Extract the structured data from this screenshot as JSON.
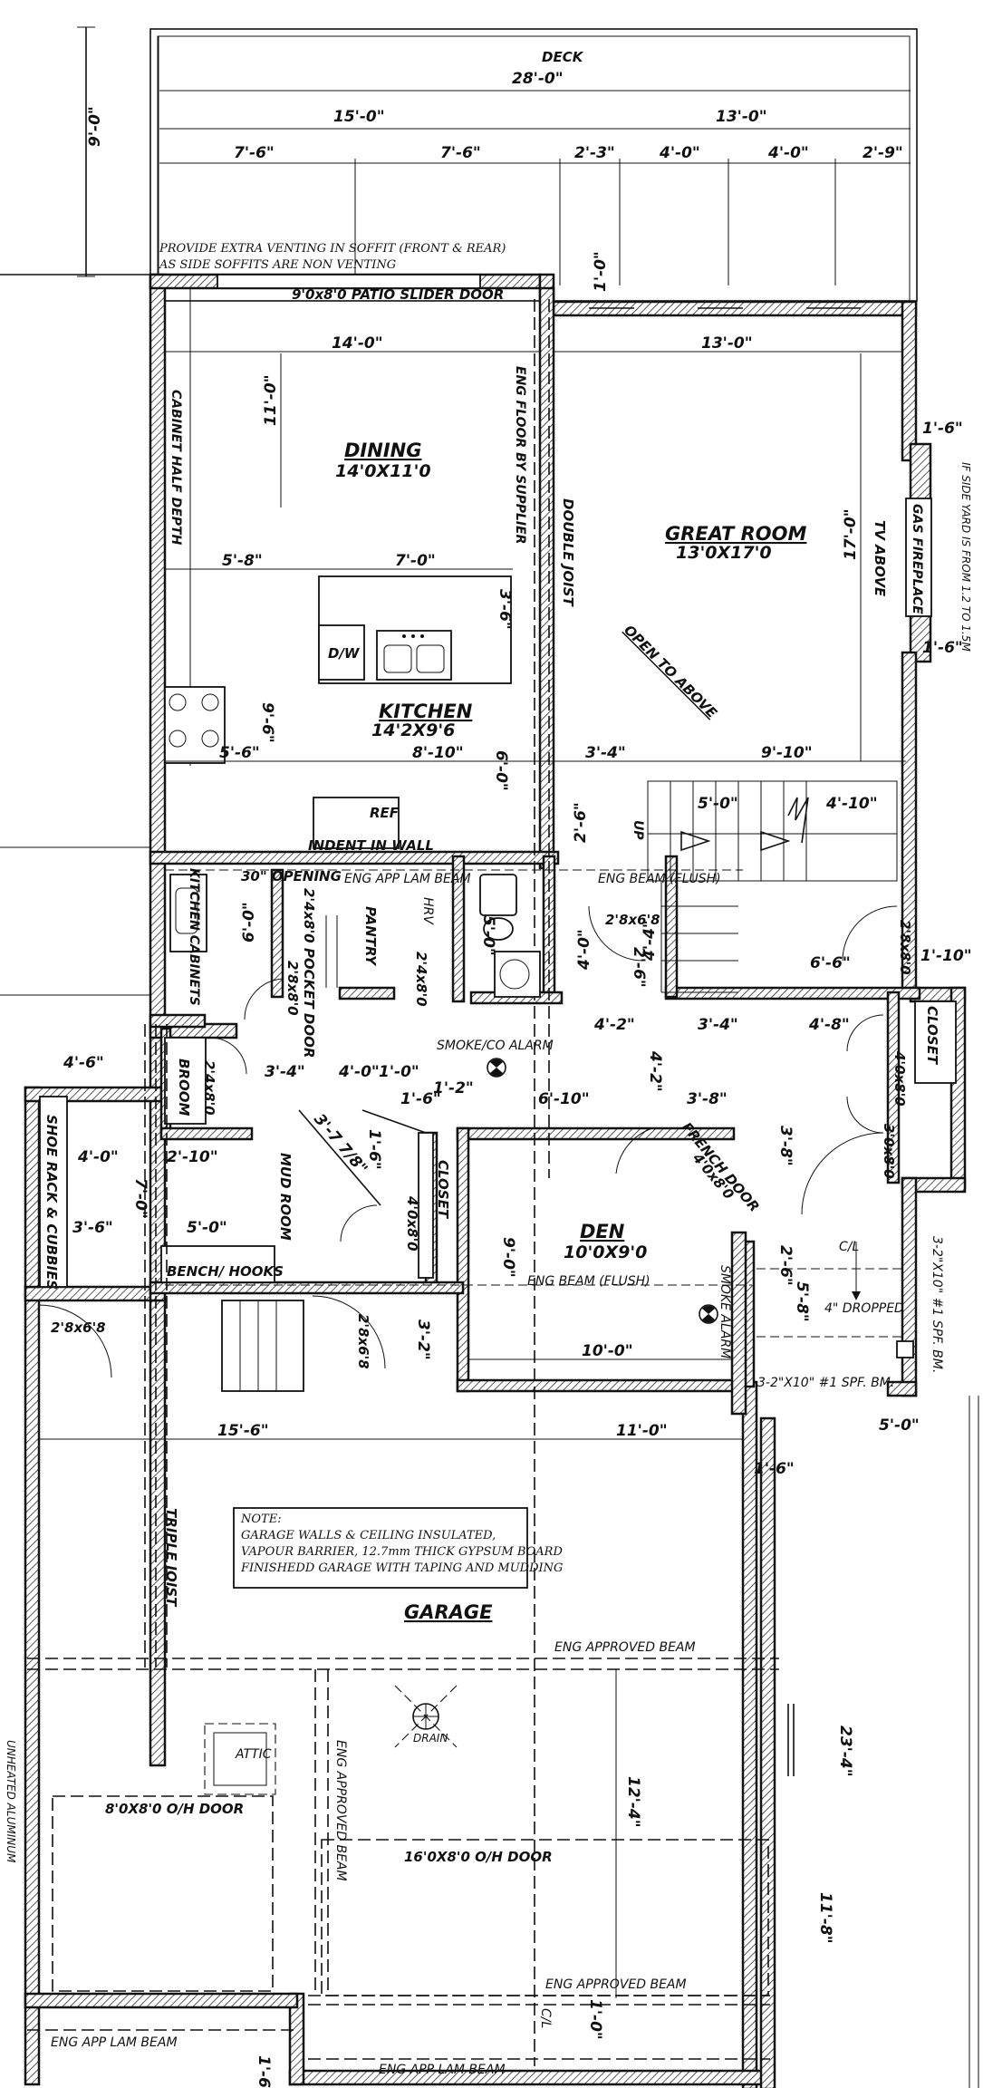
{
  "labels": {
    "deck": "DECK",
    "deck_width": "28'-0\"",
    "dim_15_0": "15'-0\"",
    "dim_13_0_top": "13'-0\"",
    "dim_7_6_a": "7'-6\"",
    "dim_7_6_b": "7'-6\"",
    "dim_2_3": "2'-3\"",
    "dim_4_0_a": "4'-0\"",
    "dim_4_0_b": "4'-0\"",
    "dim_2_9": "2'-9\"",
    "dim_9_0": "9'-0\"",
    "soffit_note_1": "PROVIDE EXTRA VENTING IN SOFFIT (FRONT & REAR)",
    "soffit_note_2": "AS SIDE SOFFITS ARE NON VENTING",
    "patio_door": "9'0x8'0 PATIO SLIDER DOOR",
    "dim_1_0": "1'-0\"",
    "dim_14_0": "14'-0\"",
    "dim_13_0": "13'-0\"",
    "dim_11_0": "11'-0\"",
    "dining": "DINING",
    "dining_size": "14'0X11'0",
    "cabinet_half_depth": "CABINET HALF DEPTH",
    "eng_floor": "ENG FLOOR BY SUPPLIER",
    "double_joist": "DOUBLE JOIST",
    "great_room": "GREAT ROOM",
    "great_room_size": "13'0X17'0",
    "dim_17_0": "17'-0\"",
    "tv_above": "TV ABOVE",
    "gas_fireplace": "GAS FIREPLACE",
    "dim_1_6_a": "1'-6\"",
    "dim_1_6_b": "1'-6\"",
    "side_yard_note": "IF SIDE YARD IS FROM 1.2 TO 1.5M",
    "open_to_above": "OPEN TO ABOVE",
    "dim_5_8": "5'-8\"",
    "dim_7_0": "7'-0\"",
    "dim_3_6": "3'-6\"",
    "dw": "D/W",
    "kitchen": "KITCHEN",
    "kitchen_size": "14'2X9'6",
    "dim_9_6": "9'-6\"",
    "dim_5_6": "5'-6\"",
    "dim_8_10": "8'-10\"",
    "dim_6_0": "6'-0\"",
    "dim_3_4": "3'-4\"",
    "dim_9_10": "9'-10\"",
    "ref": "REF",
    "indent_in_wall": "INDENT IN WALL",
    "dim_5_0": "5'-0\"",
    "dim_4_10": "4'-10\"",
    "dim_2_6": "2'-6\"",
    "up": "UP",
    "opening_30": "30\" OPENING",
    "eng_app_lam_beam": "ENG APP LAM BEAM",
    "eng_beam_flush": "ENG BEAM (FLUSH)",
    "kitchen_cabinets": "KITCHEN CABINETS",
    "pocket_door": "2'4x8'0 POCKET DOOR",
    "pantry": "PANTRY",
    "hrv": "HRV",
    "door_2_8x8_0": "2'8x8'0",
    "door_2_4x8_0": "2'4x8'0",
    "door_2_8x6_8_a": "2'8x6'8",
    "dim_6_6": "6'-6\"",
    "dim_1_10": "1'-10\"",
    "dim_4_4": "4'-4\"",
    "dim_4_2": "4'-2\"",
    "dim_3_4_b": "3'-4\"",
    "dim_4_8": "4'-8\"",
    "closet": "CLOSET",
    "door_4_0x8_0": "4'0x8'0",
    "smoke_co": "SMOKE/CO ALARM",
    "broom": "BROOM",
    "dim_4_6": "4'-6\"",
    "dim_3_4_c": "3'-4\"",
    "dim_4_0_c": "4'-0\"",
    "dim_1_6_c": "1'-6\"",
    "dim_1_2": "1'-2\"",
    "dim_6_10": "6'-10\"",
    "dim_3_8": "3'-8\"",
    "french_door": "FRENCH DOOR",
    "door_4_0x8_0_b": "4'0x8'0",
    "door_3_0x8_0": "3'0x8'0",
    "mud_room": "MUD ROOM",
    "dim_3_7": "3'-7 7/8\"",
    "shoe_rack": "SHOE RACK & CUBBIES",
    "dim_4_0_d": "4'-0\"",
    "dim_2_10": "2'-10\"",
    "dim_7_0_b": "7'-0\"",
    "dim_3_6_b": "3'-6\"",
    "dim_5_0_b": "5'-0\"",
    "bench_hooks": "BENCH/ HOOKS",
    "closet_2": "CLOSET",
    "door_4_0x8_0_c": "4'0x8'0",
    "den": "DEN",
    "den_size": "10'0X9'0",
    "dim_9_0_b": "9'-0\"",
    "cl": "C/L",
    "dropped": "4\" DROPPED",
    "spf_bm_1": "3-2\"X10\" #1 SPF. BM.",
    "spf_bm_2": "3-2\"X10\" #1 SPF. BM.",
    "smoke_alarm": "SMOKE ALARM",
    "eng_beam_flush_2": "ENG BEAM (FLUSH)",
    "door_2_8x6_8_b": "2'8x6'8",
    "door_2_8x6_8_c": "2'8x6'8",
    "dim_3_2": "3'-2\"",
    "dim_10_0": "10'-0\"",
    "dim_15_6": "15'-6\"",
    "dim_11_0_b": "11'-0\"",
    "dim_1_6_d": "1'-6\"",
    "triple_joist": "TRIPLE JOIST",
    "garage_note_1": "NOTE:",
    "garage_note_2": "GARAGE WALLS & CEILING INSULATED,",
    "garage_note_3": "VAPOUR BARRIER, 12.7mm THICK GYPSUM BOARD",
    "garage_note_4": "FINISHEDD GARAGE WITH TAPING AND MUDDING",
    "garage": "GARAGE",
    "eng_approved_beam": "ENG APPROVED BEAM",
    "eng_approved_beam_v": "ENG APPROVED BEAM",
    "attic": "ATTIC",
    "drain": "DRAIN",
    "dim_23_4": "23'-4\"",
    "oh_door_8": "8'0X8'0 O/H DOOR",
    "oh_door_16": "16'0X8'0 O/H DOOR",
    "dim_12_4": "12'-4\"",
    "dim_11_8": "11'-8\"",
    "eng_approved_beam_2": "ENG APPROVED BEAM",
    "eng_app_lam_beam_2": "ENG APP LAM BEAM",
    "eng_app_lam_beam_3": "ENG APP LAM BEAM",
    "dim_1_6_e": "1'-6\"",
    "unheated": "UNHEATED ALUMINUM",
    "dim_1_0_b": "1'-0\""
  }
}
